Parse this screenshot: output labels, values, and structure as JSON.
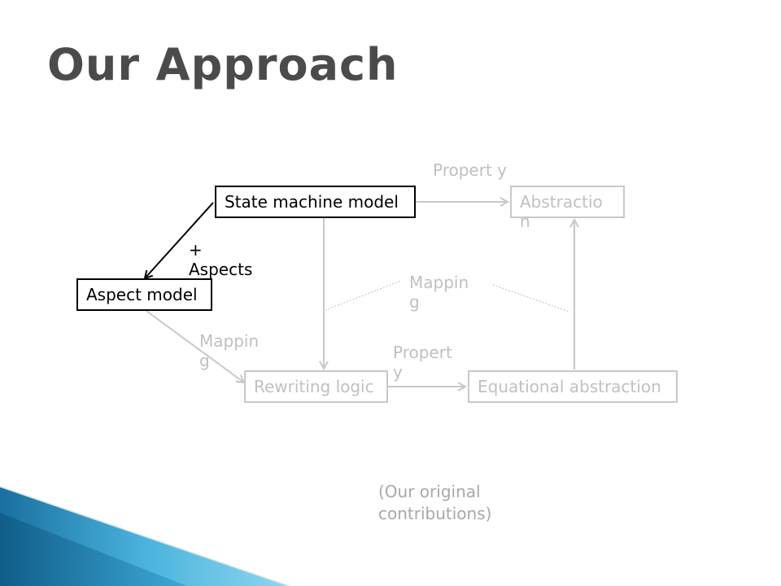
{
  "slide": {
    "title": "Our Approach",
    "note": "(Our original contributions)"
  },
  "diagram": {
    "nodes": {
      "state_machine": "State machine model",
      "aspect_model": "Aspect model",
      "abstraction": "Abstractio n",
      "rewriting_logic": "Rewriting logic",
      "equational_abstraction": "Equational abstraction"
    },
    "edge_labels": {
      "property_top": "Propert y",
      "aspects": "+ Aspects",
      "mapping_middle": "Mappin g",
      "mapping_left": "Mappin g",
      "property_bottom": "Propert y"
    }
  },
  "colors": {
    "title": "#4b4b4b",
    "active": "#000000",
    "inactive": "#c0c0c0",
    "accent_light": "#5ec3e6",
    "accent_dark": "#1a6f9e"
  }
}
